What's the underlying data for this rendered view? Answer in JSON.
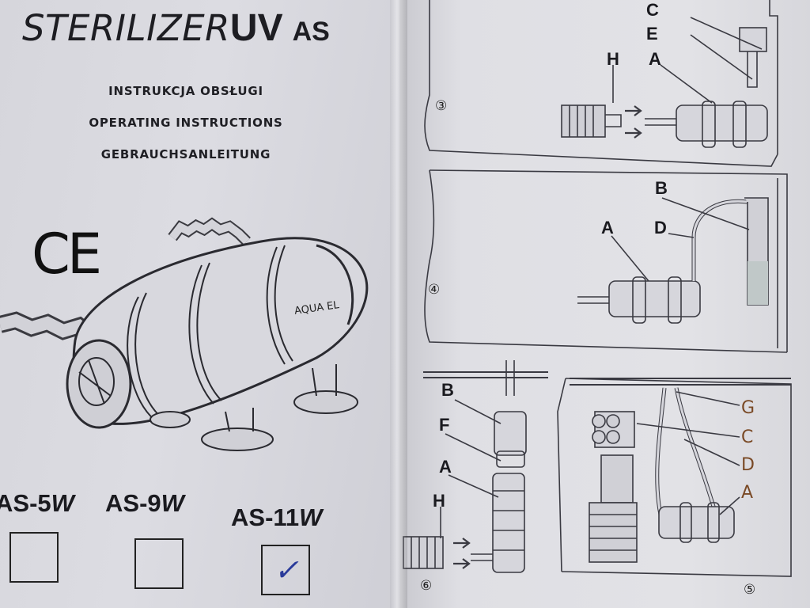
{
  "left_page": {
    "brand": {
      "thin": "STERILIZER",
      "bold": "UV",
      "suffix": "AS"
    },
    "subtitles": [
      "INSTRUKCJA OBSŁUGI",
      "OPERATING INSTRUCTIONS",
      "GEBRAUCHSANLEITUNG"
    ],
    "ce_mark": "CE",
    "device_label": "AQUA EL",
    "models": [
      {
        "prefix": "AS-5",
        "unit": "W",
        "checked": false
      },
      {
        "prefix": "AS-9",
        "unit": "W",
        "checked": false
      },
      {
        "prefix": "AS-11",
        "unit": "W",
        "checked": true
      }
    ],
    "check_glyph": "✓"
  },
  "right_page": {
    "step3": {
      "number": "③",
      "labels": {
        "c": "C",
        "e": "E",
        "h": "H",
        "a": "A"
      }
    },
    "step4": {
      "number": "④",
      "labels": {
        "b": "B",
        "a": "A",
        "d": "D"
      }
    },
    "step6": {
      "number": "⑥",
      "labels": {
        "b": "B",
        "f": "F",
        "a": "A",
        "h": "H"
      }
    },
    "step5": {
      "number": "⑤",
      "labels": {
        "g": "G",
        "c": "C",
        "d": "D",
        "a": "A"
      }
    }
  },
  "colors": {
    "paper": "#dcdce2",
    "ink": "#1d1d22",
    "check_ink": "#2a3b9a",
    "label_brown": "#7a4a26"
  }
}
